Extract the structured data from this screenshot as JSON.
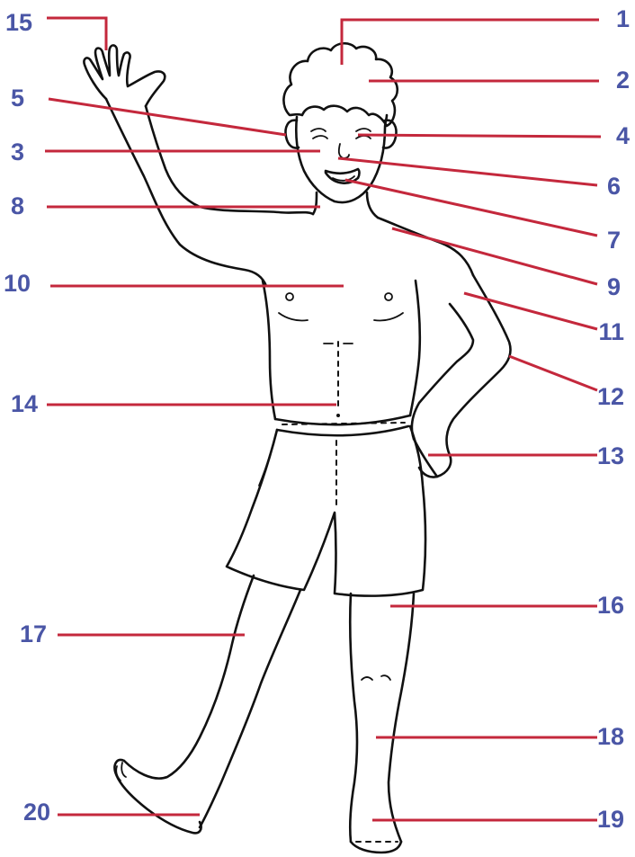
{
  "colors": {
    "label_text": "#4a56a6",
    "leader_line": "#c4283c",
    "outline": "#111111",
    "background": "#ffffff"
  },
  "labels": [
    {
      "id": "1",
      "text": "1"
    },
    {
      "id": "2",
      "text": "2"
    },
    {
      "id": "3",
      "text": "3"
    },
    {
      "id": "4",
      "text": "4"
    },
    {
      "id": "5",
      "text": "5"
    },
    {
      "id": "6",
      "text": "6"
    },
    {
      "id": "7",
      "text": "7"
    },
    {
      "id": "8",
      "text": "8"
    },
    {
      "id": "9",
      "text": "9"
    },
    {
      "id": "10",
      "text": "10"
    },
    {
      "id": "11",
      "text": "11"
    },
    {
      "id": "12",
      "text": "12"
    },
    {
      "id": "13",
      "text": "13"
    },
    {
      "id": "14",
      "text": "14"
    },
    {
      "id": "15",
      "text": "15"
    },
    {
      "id": "16",
      "text": "16"
    },
    {
      "id": "17",
      "text": "17"
    },
    {
      "id": "18",
      "text": "18"
    },
    {
      "id": "19",
      "text": "19"
    },
    {
      "id": "20",
      "text": "20"
    }
  ]
}
